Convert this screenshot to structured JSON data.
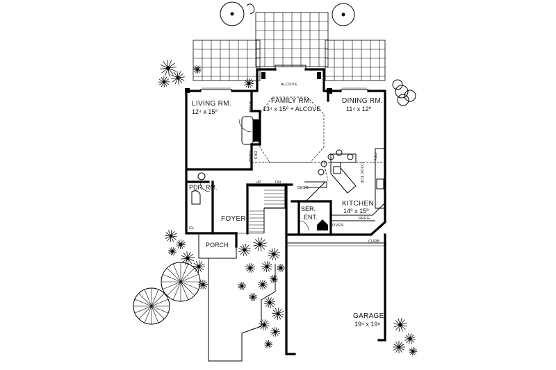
{
  "rooms": {
    "living": {
      "name": "LIVING RM.",
      "size": "12⁴ x 15⁰"
    },
    "family": {
      "name": "FAMILY RM.",
      "size": "13⁴ x 15⁰ + ALCOVE"
    },
    "dining": {
      "name": "DINING RM.",
      "size": "11⁴ x 12⁰"
    },
    "alcove": {
      "name": "ALCOVE"
    },
    "pdr": {
      "name": "PDR. RM."
    },
    "foyer": {
      "name": "FOYER"
    },
    "porch": {
      "name": "PORCH"
    },
    "ser_ent": {
      "name": "SER.",
      "name2": "ENT."
    },
    "kitchen": {
      "name": "KITCHEN",
      "size": "14⁰ x 15⁰"
    },
    "garage": {
      "name": "GARAGE",
      "size": "19⁴ x 19⁸"
    }
  },
  "notes": {
    "stor": "STOR.",
    "case": "CASE",
    "bks": "BKS.",
    "cl1": "CL.",
    "cl2": "CL.",
    "up": "UP",
    "dn": "DN",
    "desk": "DESK",
    "oven": "OVEN",
    "refg": "REFG.",
    "cook_top": "COOK TOP",
    "pty": "PTY.",
    "curb": "CURB"
  },
  "icons": [
    "tree-icon",
    "shrub-icon",
    "umbrella-table-icon"
  ]
}
